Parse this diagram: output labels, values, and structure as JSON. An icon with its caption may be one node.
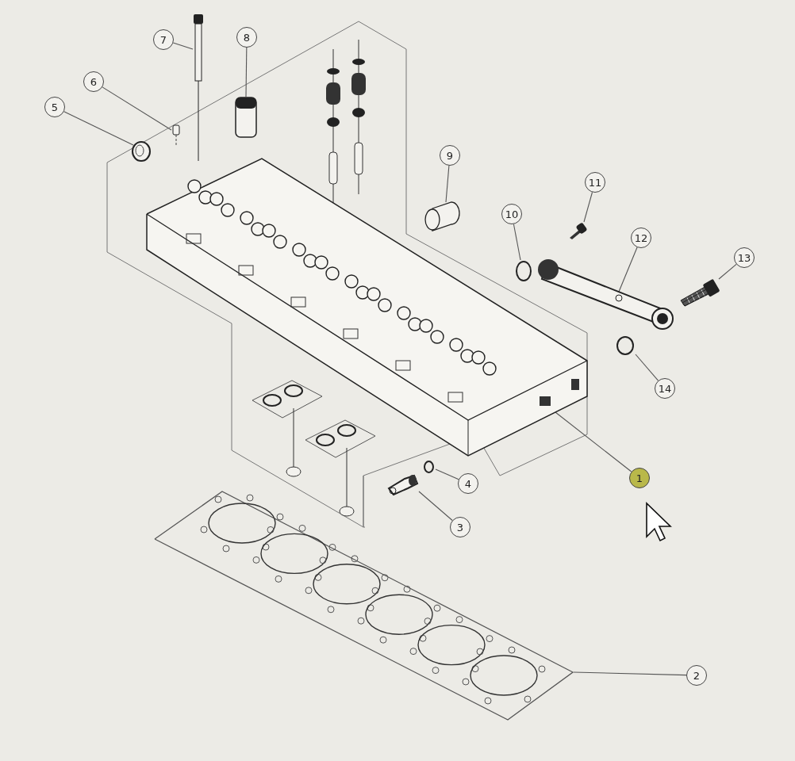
{
  "diagram": {
    "nodes": [
      {
        "text": [
          "7"
        ]
      },
      {
        "text": [
          "8"
        ]
      },
      {
        "text": [
          "6"
        ]
      },
      {
        "text": [
          "5"
        ]
      },
      {
        "text": [
          "9"
        ]
      },
      {
        "text": [
          "11"
        ]
      },
      {
        "text": [
          "10"
        ]
      },
      {
        "text": [
          "12"
        ]
      },
      {
        "text": [
          "13"
        ]
      },
      {
        "text": [
          "14"
        ]
      },
      {
        "text": [
          "1"
        ]
      },
      {
        "text": [
          "4"
        ]
      },
      {
        "text": [
          "3"
        ]
      },
      {
        "text": [
          "2"
        ]
      },
      {
        "text": [],
        "shape": "picture"
      },
      {
        "text": [],
        "shape": "picture"
      },
      {
        "text": [],
        "shape": "picture"
      },
      {
        "text": [],
        "shape": "picture"
      },
      {
        "text": [],
        "shape": "picture"
      },
      {
        "text": [],
        "shape": "picture"
      },
      {
        "text": [],
        "shape": "circle"
      },
      {
        "text": [],
        "shape": "picture"
      },
      {
        "text": [],
        "shape": "picture"
      },
      {
        "text": [],
        "shape": "circle"
      },
      {
        "text": [],
        "shape": "picture"
      },
      {
        "text": [],
        "shape": "circle"
      },
      {
        "text": [],
        "shape": "picture"
      },
      {
        "text": [],
        "shape": "picture"
      }
    ],
    "edges": [
      {
        "from": 0,
        "to": 14,
        "arrow": "none"
      },
      {
        "from": 1,
        "to": 15,
        "arrow": "none"
      },
      {
        "from": 2,
        "to": 16,
        "arrow": "none"
      },
      {
        "from": 3,
        "to": 17,
        "arrow": "none"
      },
      {
        "from": 4,
        "to": 18,
        "arrow": "none"
      },
      {
        "from": 5,
        "to": 19,
        "arrow": "none"
      },
      {
        "from": 6,
        "to": 20,
        "arrow": "none"
      },
      {
        "from": 7,
        "to": 21,
        "arrow": "none"
      },
      {
        "from": 8,
        "to": 22,
        "arrow": "none"
      },
      {
        "from": 9,
        "to": 23,
        "arrow": "none"
      },
      {
        "from": 10,
        "to": 24,
        "arrow": "none"
      },
      {
        "from": 11,
        "to": 25,
        "arrow": "none"
      },
      {
        "from": 12,
        "to": 26,
        "arrow": "none"
      },
      {
        "from": 13,
        "to": 27,
        "arrow": "none"
      }
    ]
  }
}
